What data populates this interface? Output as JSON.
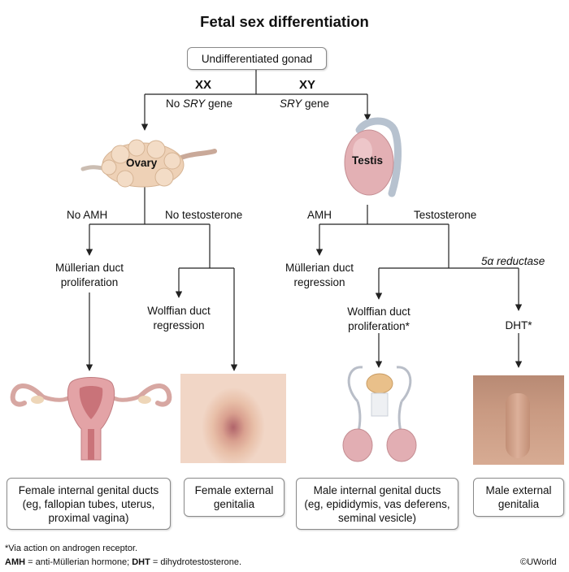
{
  "title": "Fetal sex differentiation",
  "root_box": "Undifferentiated gonad",
  "branches": {
    "female": {
      "chromosomes": "XX",
      "gene_prefix": "No ",
      "gene_italic": "SRY",
      "gene_suffix": " gene",
      "organ": "Ovary",
      "left_label": "No AMH",
      "right_label": "No testosterone",
      "mullerian": [
        "Müllerian duct",
        "proliferation"
      ],
      "wolffian": [
        "Wolffian duct",
        "regression"
      ],
      "box_internal": [
        "Female internal genital ducts",
        "(eg, fallopian tubes, uterus,",
        "proximal vagina)"
      ],
      "box_external": [
        "Female external",
        "genitalia"
      ]
    },
    "male": {
      "chromosomes": "XY",
      "gene_italic": "SRY",
      "gene_suffix": " gene",
      "organ": "Testis",
      "left_label": "AMH",
      "right_label": "Testosterone",
      "enzyme": "5α reductase",
      "mullerian": [
        "Müllerian duct",
        "regression"
      ],
      "wolffian": [
        "Wolffian duct",
        "proliferation*"
      ],
      "dht": "DHT*",
      "box_internal": [
        "Male internal genital ducts",
        "(eg, epididymis, vas deferens,",
        "seminal vesicle)"
      ],
      "box_external": [
        "Male external",
        "genitalia"
      ]
    }
  },
  "footnote": "*Via action on androgen receptor.",
  "abbrev": {
    "amh_abbr": "AMH",
    "amh_def": " = anti-Müllerian hormone; ",
    "dht_abbr": "DHT",
    "dht_def": " = dihydrotestosterone."
  },
  "copyright": "©UWorld",
  "colors": {
    "line": "#222222",
    "box_border": "#8a8a8a",
    "organ_pink": "#e8b4b8",
    "tissue_pink": "#d88b8f",
    "skin_light": "#e7b7a0",
    "skin_dark": "#c69378"
  }
}
